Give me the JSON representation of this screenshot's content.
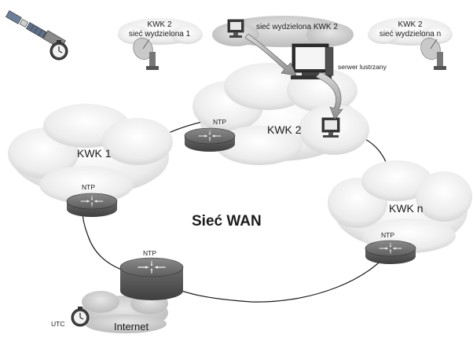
{
  "labels": {
    "kwk2_line1": "KWK 2",
    "kwk2_line2": "sieć wydzielona 1",
    "kwk2_dedicated": "sieć wydzielona KWK 2",
    "kwk2n_line1": "KWK 2",
    "kwk2n_line2": "sieć wydzielona n",
    "mirror_server": "serwer lustrzany",
    "kwk2": "KWK 2",
    "kwk1": "KWK 1",
    "kwkn": "KWK n",
    "wan": "Sieć WAN",
    "internet": "Internet",
    "utc": "UTC",
    "ntp": "NTP"
  },
  "icons": [
    "satellite-icon",
    "clock-icon",
    "dish-antenna-icon",
    "computer-icon",
    "server-icon",
    "router-icon",
    "stacked-router-icon"
  ]
}
